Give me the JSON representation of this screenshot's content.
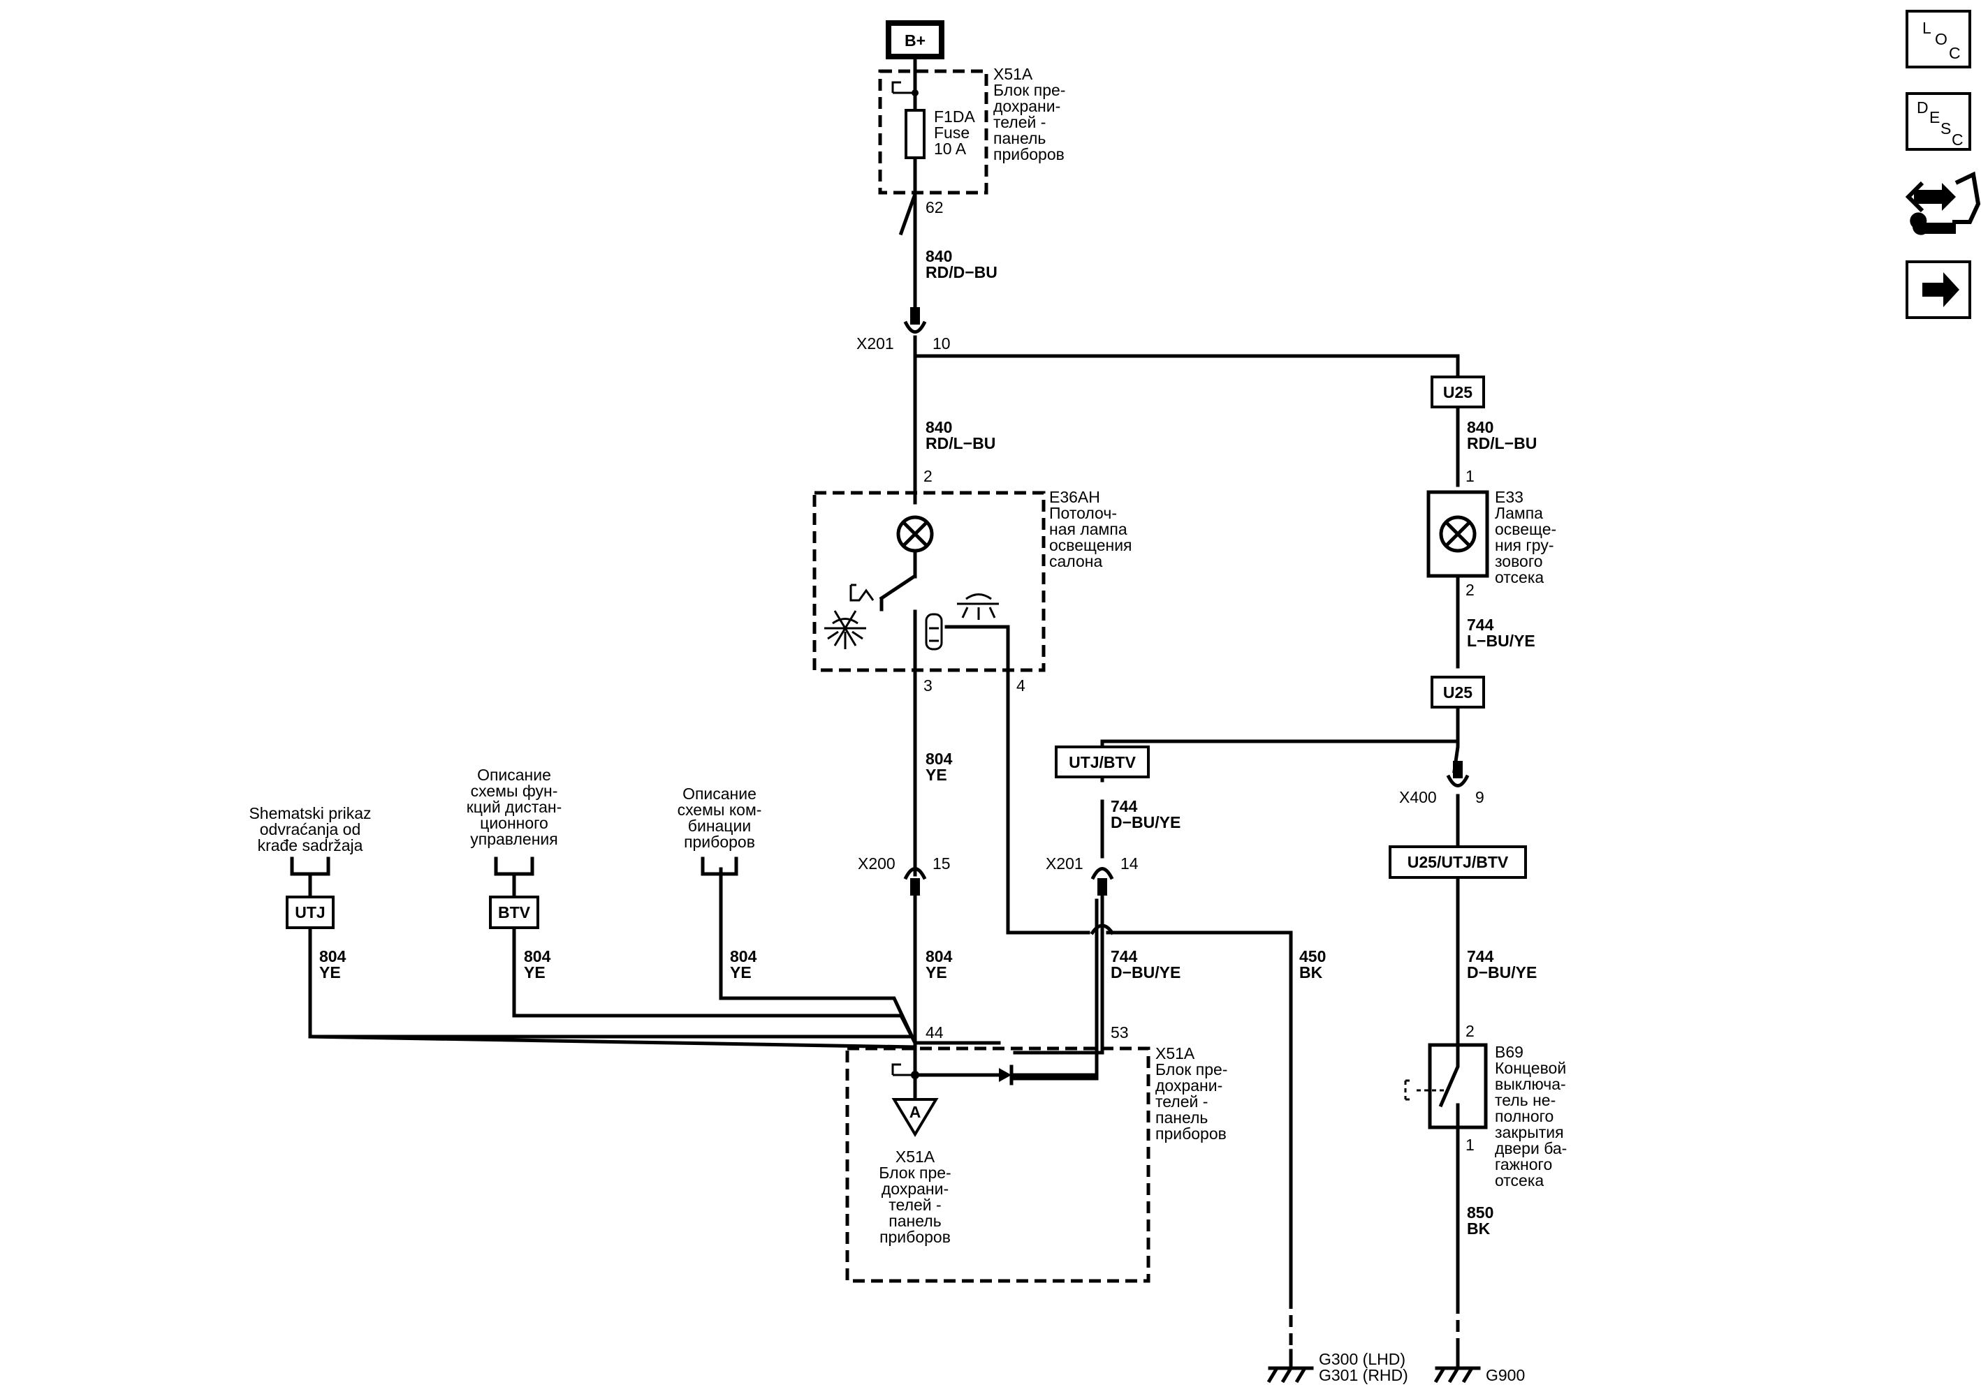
{
  "battery": {
    "label": "B+"
  },
  "sidebar": {
    "loc": [
      "L",
      "O",
      "C"
    ],
    "desc": [
      "D",
      "E",
      "S",
      "C"
    ]
  },
  "fuse_block_top": {
    "lines": [
      "X51A",
      "Блок пре-",
      "дохрани-",
      "телей -",
      "панель",
      "приборов"
    ]
  },
  "fuse": {
    "lines": [
      "F1DA",
      "Fuse",
      "10 A"
    ],
    "pin": "62"
  },
  "wire_840_top": {
    "lines": [
      "840",
      "RD/D−BU"
    ]
  },
  "x201_top": {
    "name": "X201",
    "pin": "10"
  },
  "wire_840_left": {
    "lines": [
      "840",
      "RD/L−BU"
    ]
  },
  "wire_840_right": {
    "lines": [
      "840",
      "RD/L−BU"
    ]
  },
  "u25_top": {
    "label": "U25"
  },
  "u25_mid": {
    "label": "U25"
  },
  "lamp_e36": {
    "pin_in": "2",
    "pin_3": "3",
    "pin_4": "4",
    "lines": [
      "E36AH",
      "Потолоч-",
      "ная лампа",
      "освещения",
      "салона"
    ]
  },
  "lamp_e33": {
    "pin_in": "1",
    "pin_out": "2",
    "lines": [
      "E33",
      "Лампа",
      "освеще-",
      "ния гру-",
      "зового",
      "отсека"
    ]
  },
  "wire_744_right_top": {
    "lines": [
      "744",
      "L−BU/YE"
    ]
  },
  "wire_804_center": {
    "lines": [
      "804",
      "YE"
    ]
  },
  "utj_btv": {
    "label": "UTJ/BTV"
  },
  "wire_744_mid": {
    "lines": [
      "744",
      "D−BU/YE"
    ]
  },
  "x400": {
    "name": "X400",
    "pin": "9"
  },
  "u25_utj_btv": {
    "label": "U25/UTJ/BTV"
  },
  "x200": {
    "name": "X200",
    "pin": "15"
  },
  "x201_low": {
    "name": "X201",
    "pin": "14"
  },
  "ref_utj": {
    "lines": [
      "Shematski prikaz",
      "odvraćanja od",
      "krađe sadržaja"
    ],
    "tag": "UTJ",
    "wire": [
      "804",
      "YE"
    ]
  },
  "ref_btv": {
    "lines": [
      "Описание",
      "схемы фун-",
      "кций дистан-",
      "ционного",
      "управления"
    ],
    "tag": "BTV",
    "wire": [
      "804",
      "YE"
    ]
  },
  "ref_cluster": {
    "lines": [
      "Описание",
      "схемы ком-",
      "бинации",
      "приборов"
    ],
    "wire": [
      "804",
      "YE"
    ]
  },
  "wire_804_low": {
    "lines": [
      "804",
      "YE"
    ]
  },
  "wire_744_low": {
    "lines": [
      "744",
      "D−BU/YE"
    ]
  },
  "wire_450": {
    "lines": [
      "450",
      "BK"
    ]
  },
  "wire_744_right_low": {
    "lines": [
      "744",
      "D−BU/YE"
    ]
  },
  "switch_b69": {
    "pin_in": "2",
    "pin_out": "1",
    "lines": [
      "B69",
      "Концевой",
      "выключа-",
      "тель не-",
      "полного",
      "закрытия",
      "двери ба-",
      "гажного",
      "отсека"
    ]
  },
  "wire_850": {
    "lines": [
      "850",
      "BK"
    ]
  },
  "fuse_block_low": {
    "pin_44": "44",
    "pin_53": "53",
    "node_label": "A",
    "inner_lines": [
      "X51A",
      "Блок пре-",
      "дохрани-",
      "телей -",
      "панель",
      "приборов"
    ],
    "side_lines": [
      "X51A",
      "Блок пре-",
      "дохрани-",
      "телей -",
      "панель",
      "приборов"
    ]
  },
  "ground_g300": {
    "lines": [
      "G300 (LHD)",
      "G301 (RHD)"
    ]
  },
  "ground_g900": {
    "label": "G900"
  }
}
